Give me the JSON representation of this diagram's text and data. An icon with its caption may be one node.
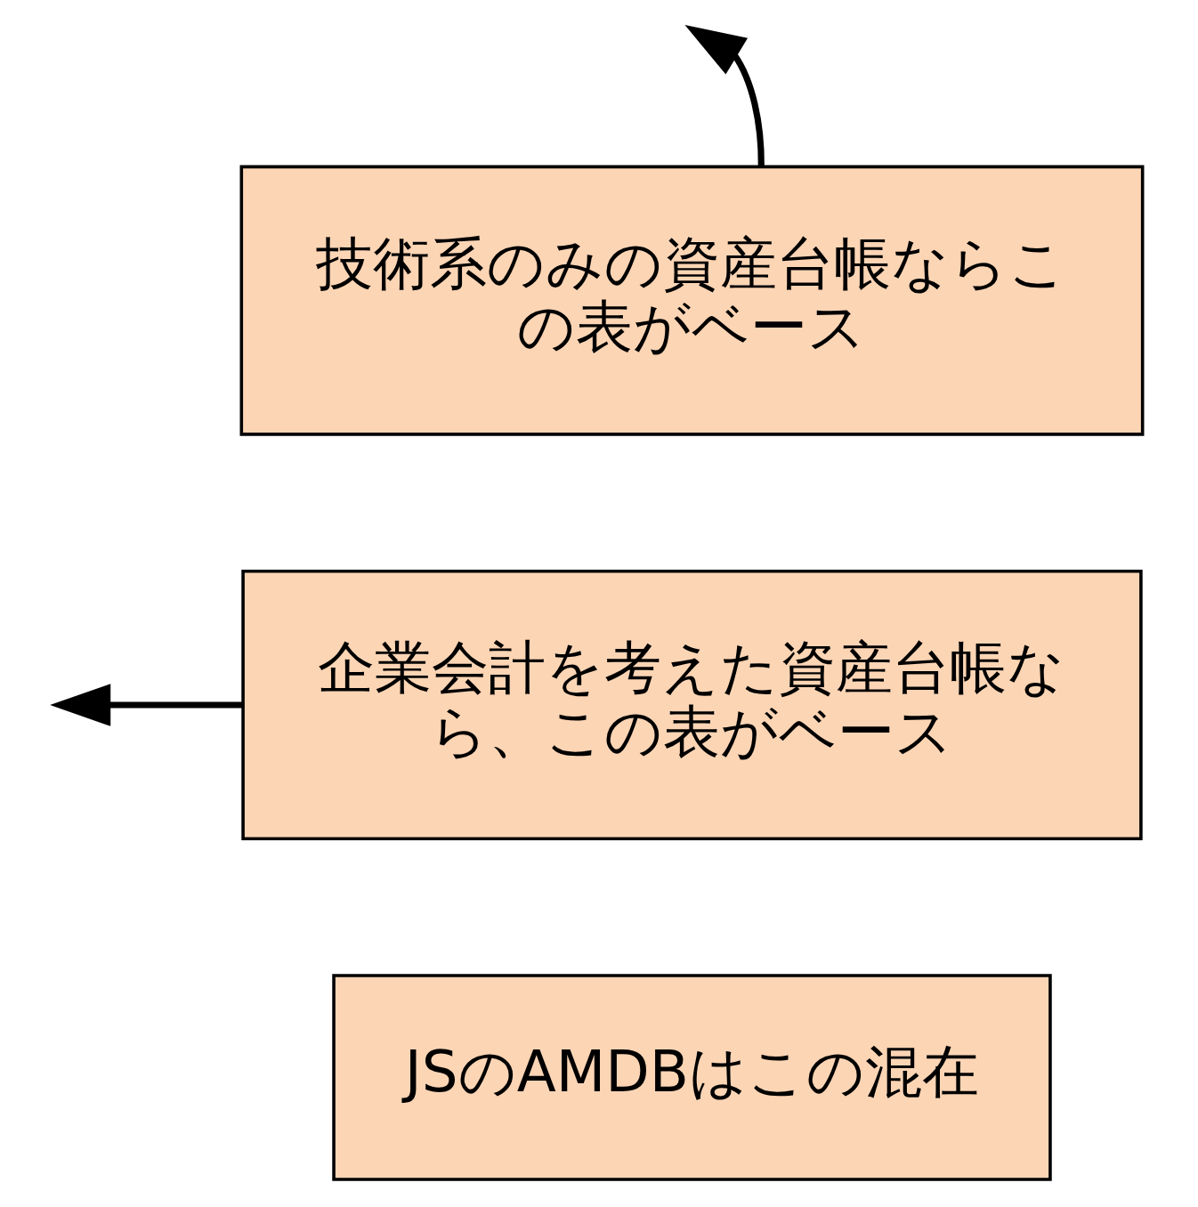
{
  "diagram": {
    "nodes": [
      {
        "text": [
          "技術系のみの資産台帳ならこの表がベース"
        ]
      },
      {
        "text": [
          "企業会計を考えた資産台帳なら、この表がベース"
        ]
      },
      {
        "text": [
          "JSのAMDBはこの混在"
        ]
      }
    ],
    "edges": [
      {
        "from": 0,
        "to": null,
        "arrow": "to"
      },
      {
        "from": 1,
        "to": null,
        "arrow": "to"
      }
    ]
  }
}
